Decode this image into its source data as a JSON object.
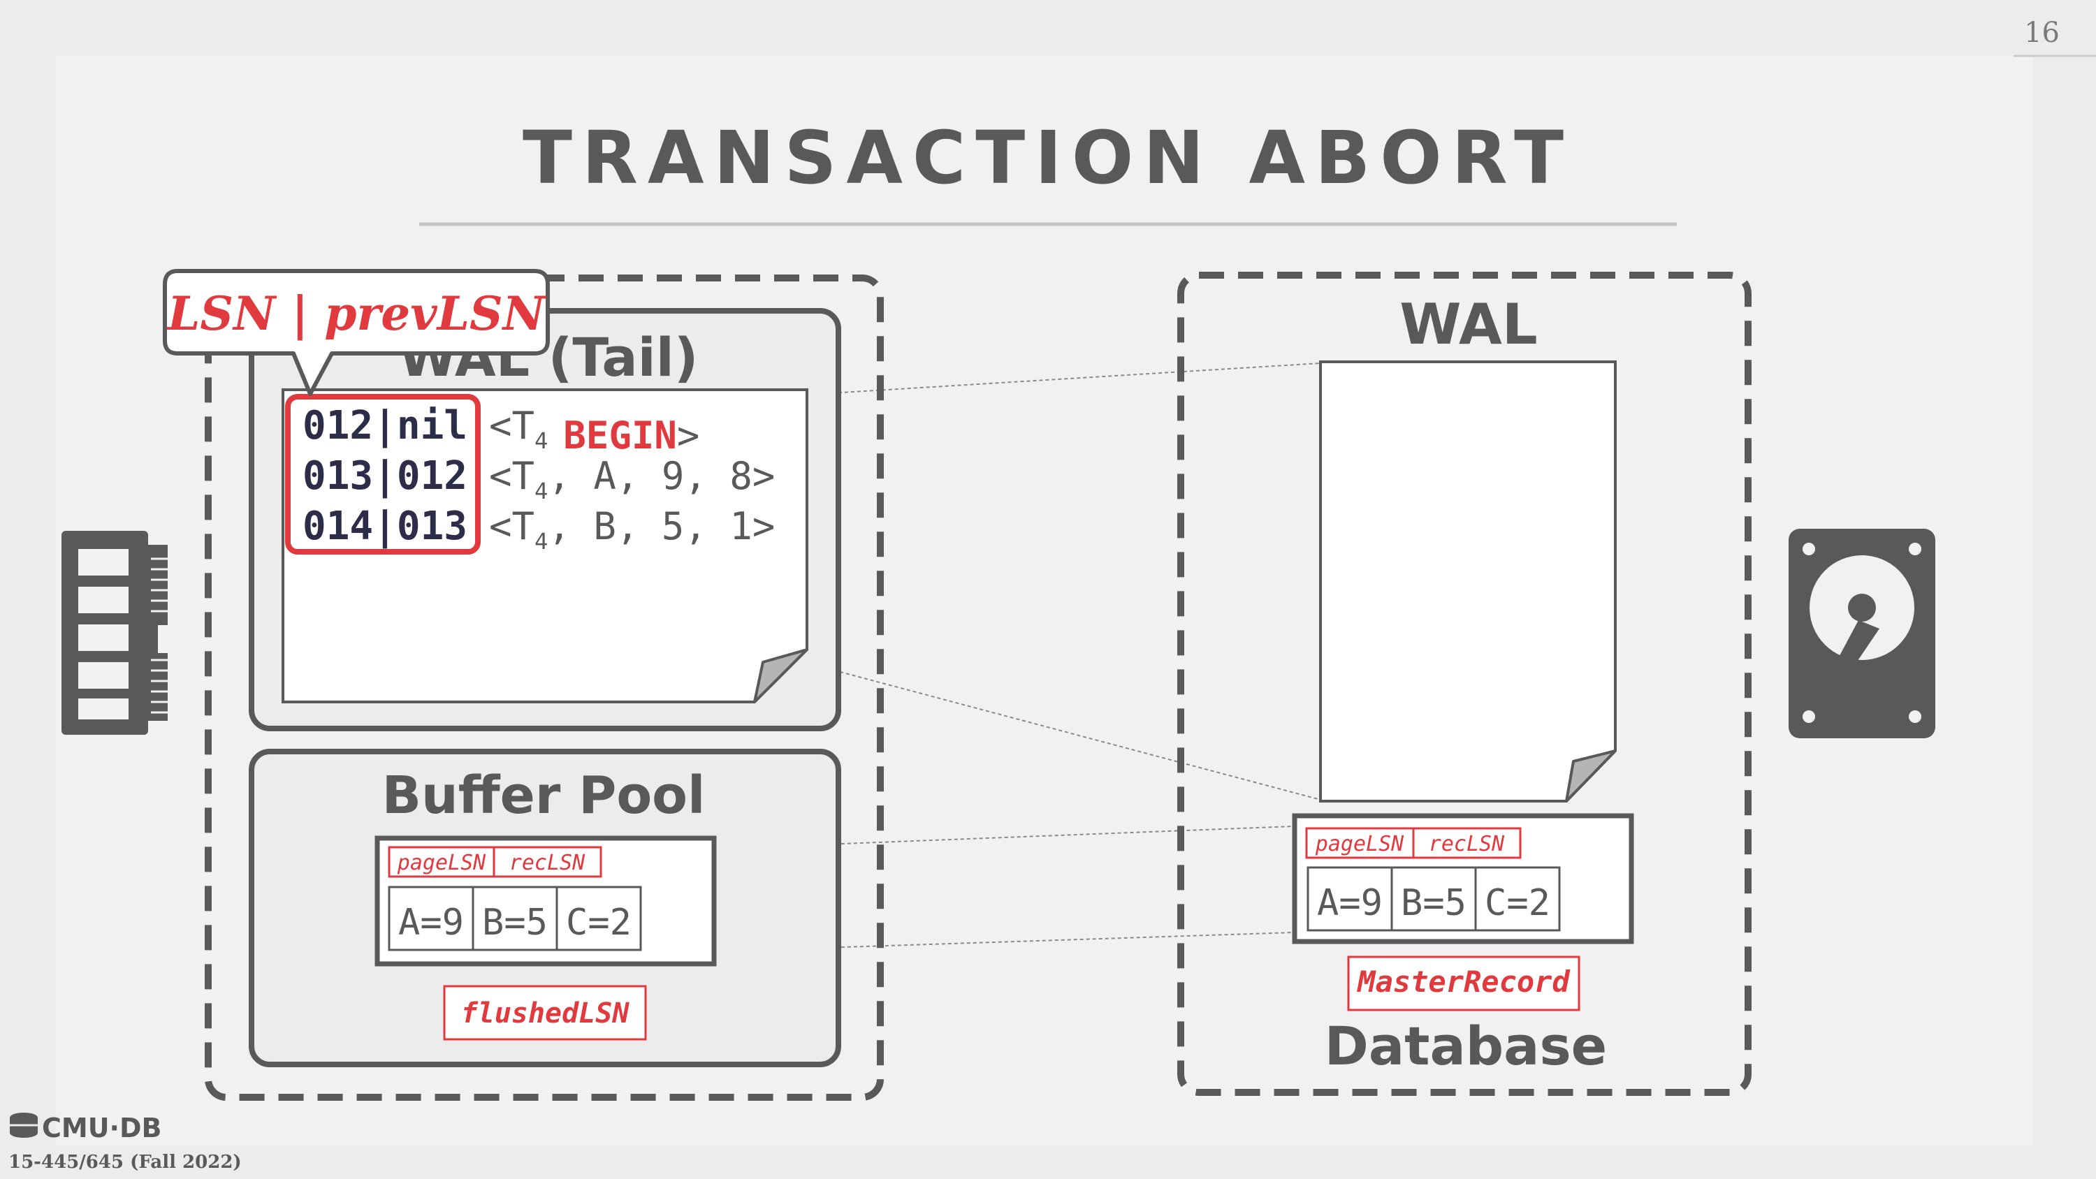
{
  "slide": {
    "page_number": "16",
    "title": "TRANSACTION ABORT",
    "footer": {
      "logo_text": "CMU·DB",
      "course": "15-445/645 (Fall 2022)"
    }
  },
  "memory": {
    "wal_tail": {
      "title": "WAL (Tail)",
      "callout": "LSN | prevLSN",
      "records": [
        {
          "lsn": "012|nil",
          "open": "<T",
          "sub": "4",
          "rest": "",
          "keyword": "BEGIN",
          "close": ">"
        },
        {
          "lsn": "013|012",
          "open": "<T",
          "sub": "4",
          "rest": ", A, 9, 8>",
          "keyword": "",
          "close": ""
        },
        {
          "lsn": "014|013",
          "open": "<T",
          "sub": "4",
          "rest": ", B, 5, 1>",
          "keyword": "",
          "close": ""
        }
      ]
    },
    "buffer_pool": {
      "title": "Buffer Pool",
      "page_tags": [
        "pageLSN",
        "recLSN"
      ],
      "cells": [
        "A=9",
        "B=5",
        "C=2"
      ],
      "flushed_lsn": "flushedLSN"
    }
  },
  "disk": {
    "wal_title": "WAL",
    "page_tags": [
      "pageLSN",
      "recLSN"
    ],
    "cells": [
      "A=9",
      "B=5",
      "C=2"
    ],
    "master_record": "MasterRecord",
    "database_title": "Database"
  },
  "colors": {
    "accent_red": "#e03a3e",
    "dark_gray": "#595959",
    "navy_text": "#2d2d4a",
    "background": "#ececec"
  },
  "icons": [
    "ram-chip-icon",
    "hard-disk-icon",
    "database-icon"
  ]
}
